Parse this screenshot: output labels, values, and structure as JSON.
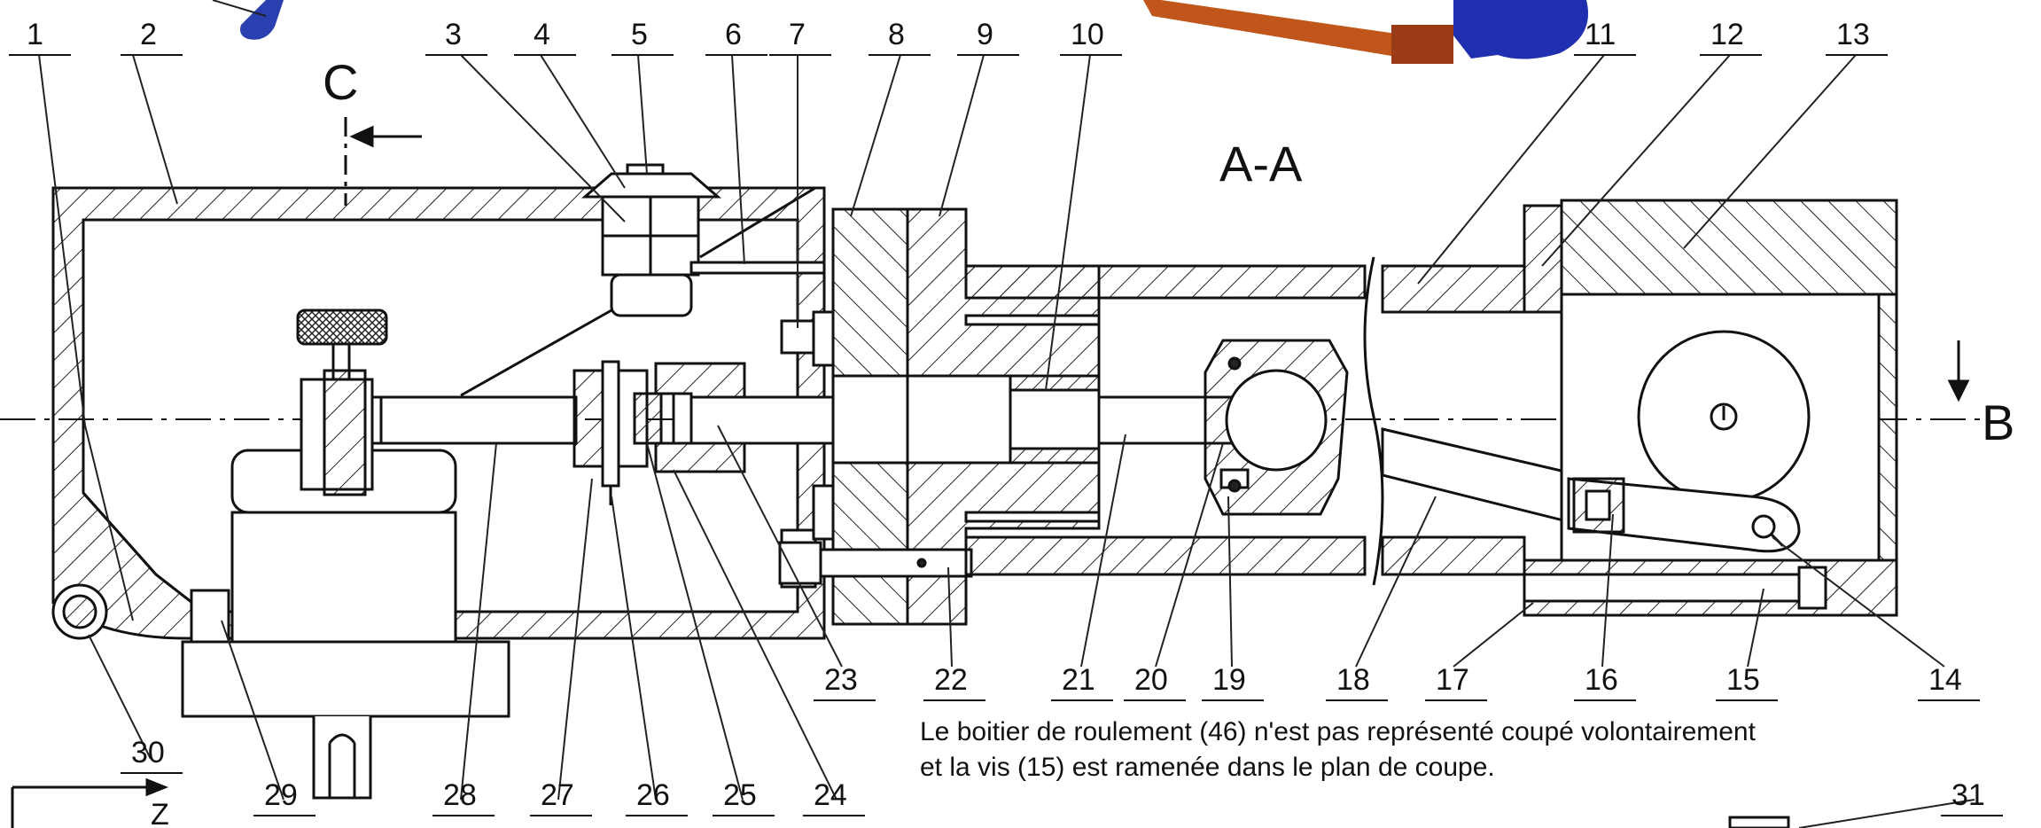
{
  "diagram": {
    "section_label": "A-A",
    "cut_label_c": "C",
    "cut_label_b": "B",
    "axis_label_z": "Z",
    "note_lines": [
      "Le boitier de roulement (46) n'est pas représenté coupé volontairement",
      "et la vis (15) est ramenée dans le plan de coupe."
    ],
    "parts_top": [
      "1",
      "2",
      "3",
      "4",
      "5",
      "6",
      "7",
      "8",
      "9",
      "10",
      "11",
      "12",
      "13"
    ],
    "parts_bottom": [
      "14",
      "15",
      "16",
      "17",
      "18",
      "19",
      "20",
      "21",
      "22",
      "23",
      "24",
      "25",
      "26",
      "27",
      "28",
      "29",
      "30",
      "31"
    ]
  }
}
